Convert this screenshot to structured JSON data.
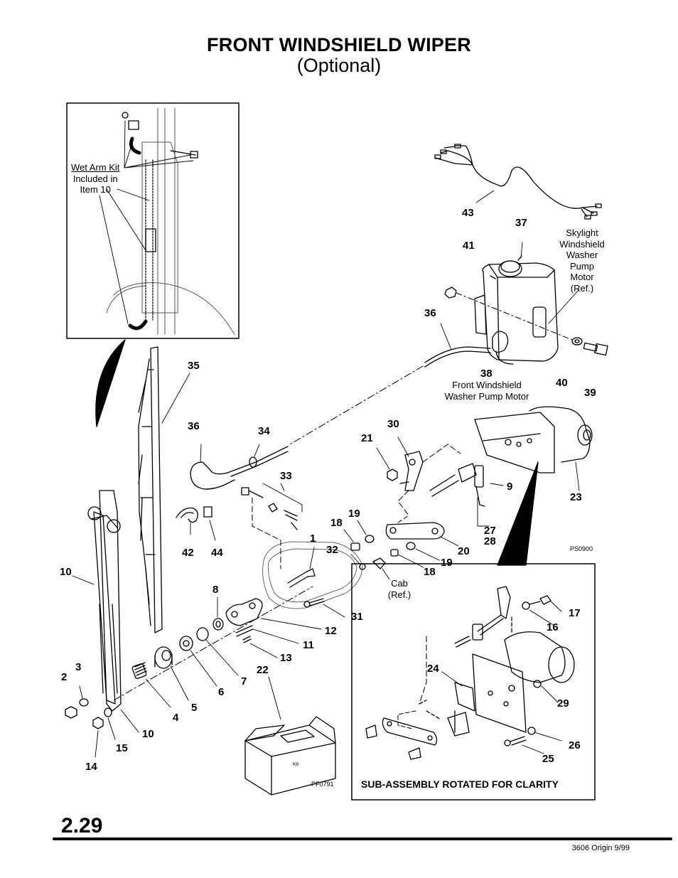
{
  "header": {
    "title": "FRONT WINDSHIELD WIPER",
    "subtitle": "(Optional)"
  },
  "notes": {
    "wet_arm_line1": "Wet Arm Kit",
    "wet_arm_line2": "Included in",
    "wet_arm_line3": "Item 10",
    "skylight_1": "Skylight",
    "skylight_2": "Windshield",
    "skylight_3": "Washer",
    "skylight_4": "Pump",
    "skylight_5": "Motor",
    "skylight_6": "(Ref.)",
    "front_pump_1": "Front Windshield",
    "front_pump_2": "Washer Pump Motor",
    "cab_1": "Cab",
    "cab_2": "(Ref.)"
  },
  "codes": {
    "ps0900": "PS0900",
    "pf0791": "PF0791",
    "kit": "Kit"
  },
  "subassembly_caption": "SUB-ASSEMBLY ROTATED FOR CLARITY",
  "section_number": "2.29",
  "footer": "3606  Origin  9/99",
  "callouts": {
    "c1": "1",
    "c2": "2",
    "c3": "3",
    "c4": "4",
    "c5": "5",
    "c6": "6",
    "c7": "7",
    "c8": "8",
    "c9": "9",
    "c10a": "10",
    "c10b": "10",
    "c11": "11",
    "c12": "12",
    "c13": "13",
    "c14": "14",
    "c15": "15",
    "c16": "16",
    "c17": "17",
    "c18a": "18",
    "c18b": "18",
    "c19a": "19",
    "c19b": "19",
    "c20": "20",
    "c21": "21",
    "c22": "22",
    "c23": "23",
    "c24": "24",
    "c25": "25",
    "c26": "26",
    "c27": "27",
    "c28": "28",
    "c29": "29",
    "c30": "30",
    "c31": "31",
    "c32": "32",
    "c33": "33",
    "c34": "34",
    "c35": "35",
    "c36a": "36",
    "c36b": "36",
    "c37": "37",
    "c38": "38",
    "c39": "39",
    "c40": "40",
    "c41": "41",
    "c42": "42",
    "c43": "43",
    "c44": "44"
  }
}
